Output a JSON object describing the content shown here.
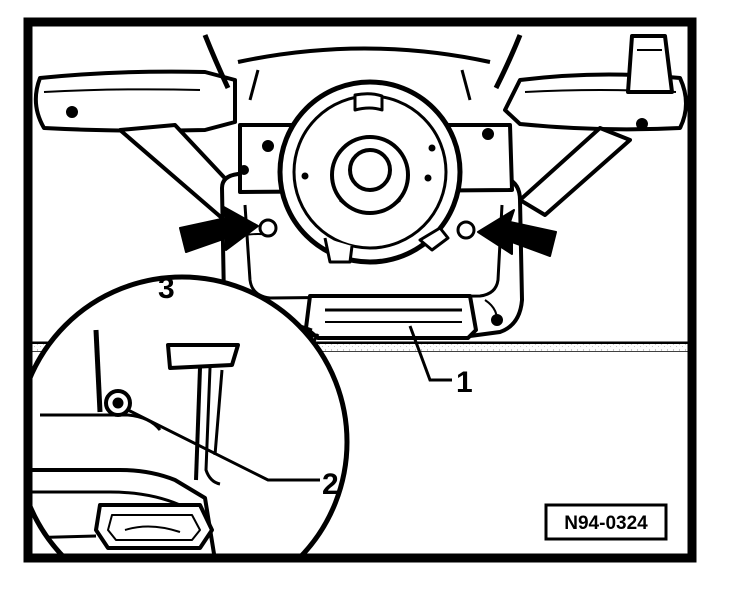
{
  "figure": {
    "reference_code": "N94-0324",
    "callouts": {
      "1": "1",
      "2": "2",
      "3": "3"
    }
  },
  "colors": {
    "frame": "#000000",
    "line": "#000000",
    "panel": "#ffffff",
    "hatch": "#d9d9d9"
  },
  "icons": {
    "arrow_left": "arrow-icon",
    "arrow_right": "arrow-icon"
  }
}
